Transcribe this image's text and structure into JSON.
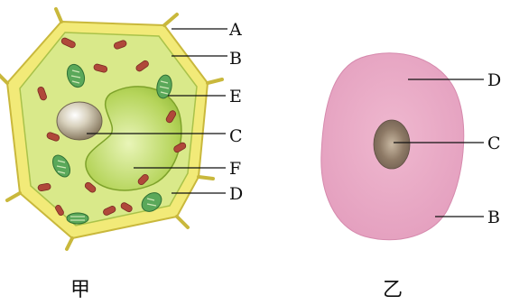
{
  "figure": {
    "plant_cell": {
      "caption": "甲",
      "labels": {
        "A": "A",
        "B": "B",
        "E": "E",
        "C": "C",
        "F": "F",
        "D": "D"
      }
    },
    "animal_cell": {
      "caption": "乙",
      "labels": {
        "D": "D",
        "C": "C",
        "B": "B"
      }
    }
  },
  "colors": {
    "cell_wall": "#f2ea78",
    "cell_wall_edge": "#c9b83c",
    "cytoplasm": "#d9e98a",
    "vacuole": "#b9d85e",
    "chloroplast": "#5aa85a",
    "mitochondria": "#b0483a",
    "nucleus": "#9c8d76",
    "animal_cytoplasm": "#e7a9c6"
  }
}
